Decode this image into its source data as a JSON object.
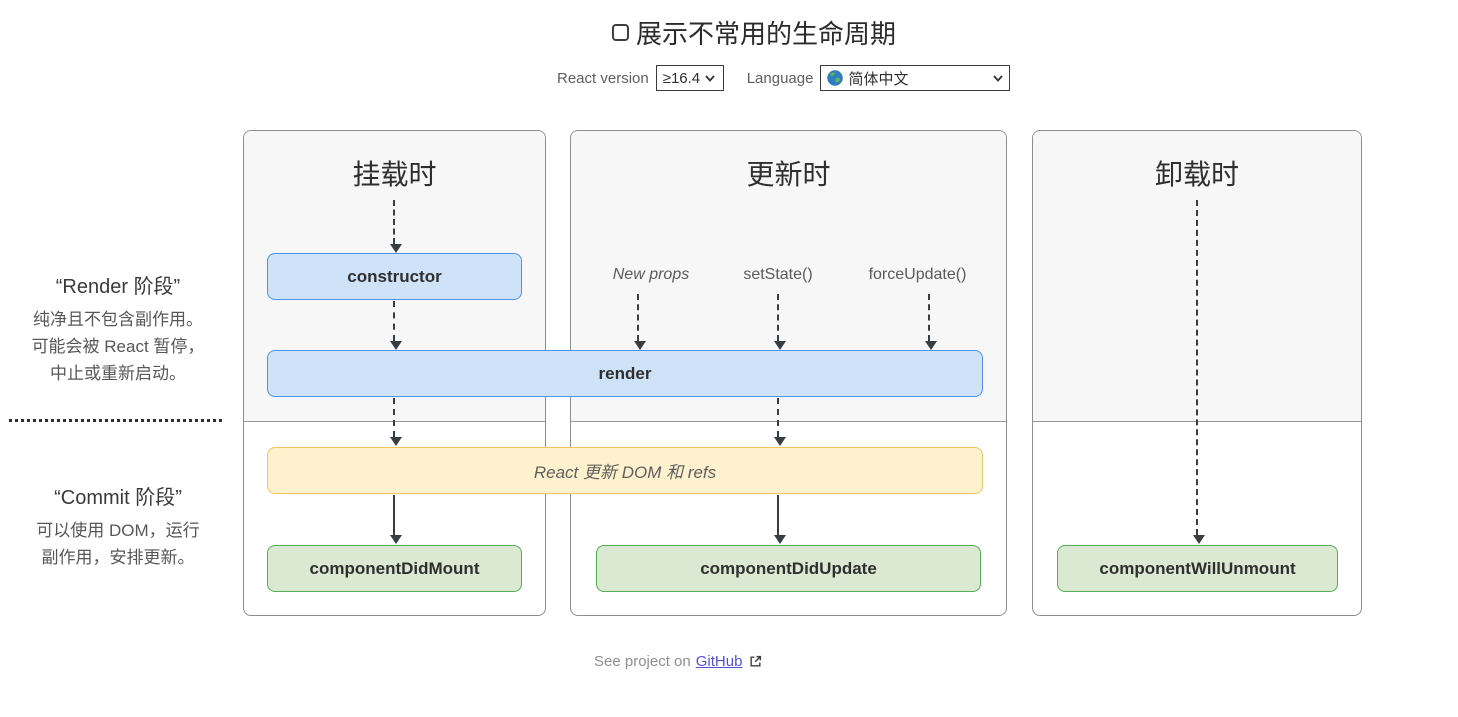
{
  "header": {
    "title": "展示不常用的生命周期",
    "checkbox_checked": false
  },
  "controls": {
    "react_version_label": "React version",
    "react_version_value": "≥16.4",
    "language_label": "Language",
    "language_value": "简体中文",
    "language_icon": "globe-icon"
  },
  "left_panel": {
    "render_phase": {
      "title": "“Render 阶段”",
      "line1": "纯净且不包含副作用。",
      "line2": "可能会被 React 暂停，",
      "line3": "中止或重新启动。"
    },
    "commit_phase": {
      "title": "“Commit 阶段”",
      "line1": "可以使用 DOM，运行",
      "line2": "副作用，安排更新。"
    }
  },
  "columns": {
    "mounting": "挂载时",
    "updating": "更新时",
    "unmounting": "卸载时"
  },
  "triggers": {
    "new_props": "New props",
    "set_state": "setState()",
    "force_update": "forceUpdate()"
  },
  "methods": {
    "constructor": "constructor",
    "render": "render",
    "react_dom_update": "React 更新 DOM 和 refs",
    "component_did_mount": "componentDidMount",
    "component_did_update": "componentDidUpdate",
    "component_will_unmount": "componentWillUnmount"
  },
  "footer": {
    "prefix": "See project on",
    "link": "GitHub"
  },
  "colors": {
    "method_blue_bg": "#cfe3f8",
    "method_blue_border": "#4d94e8",
    "effect_yellow_bg": "#fdf2cd",
    "effect_yellow_border": "#f0c75e",
    "commit_green_bg": "#dbe9d2",
    "commit_green_border": "#55ad55",
    "panel_top_bg": "#f7f7f7",
    "panel_border": "#8e8e8e",
    "arrow": "#383d43",
    "link": "#5552d6"
  }
}
